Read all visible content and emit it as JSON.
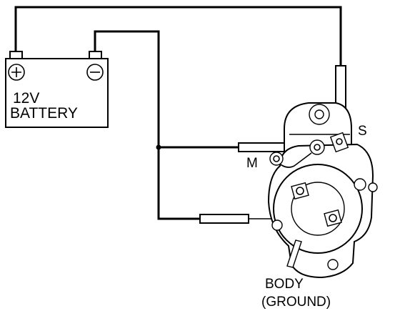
{
  "battery": {
    "voltage_label": "12V",
    "name_label": "BATTERY"
  },
  "terminals": {
    "s_label": "S",
    "m_label": "M"
  },
  "ground": {
    "body_label": "BODY",
    "ground_label": "(GROUND)"
  },
  "colors": {
    "line": "#000000",
    "background": "#ffffff"
  }
}
